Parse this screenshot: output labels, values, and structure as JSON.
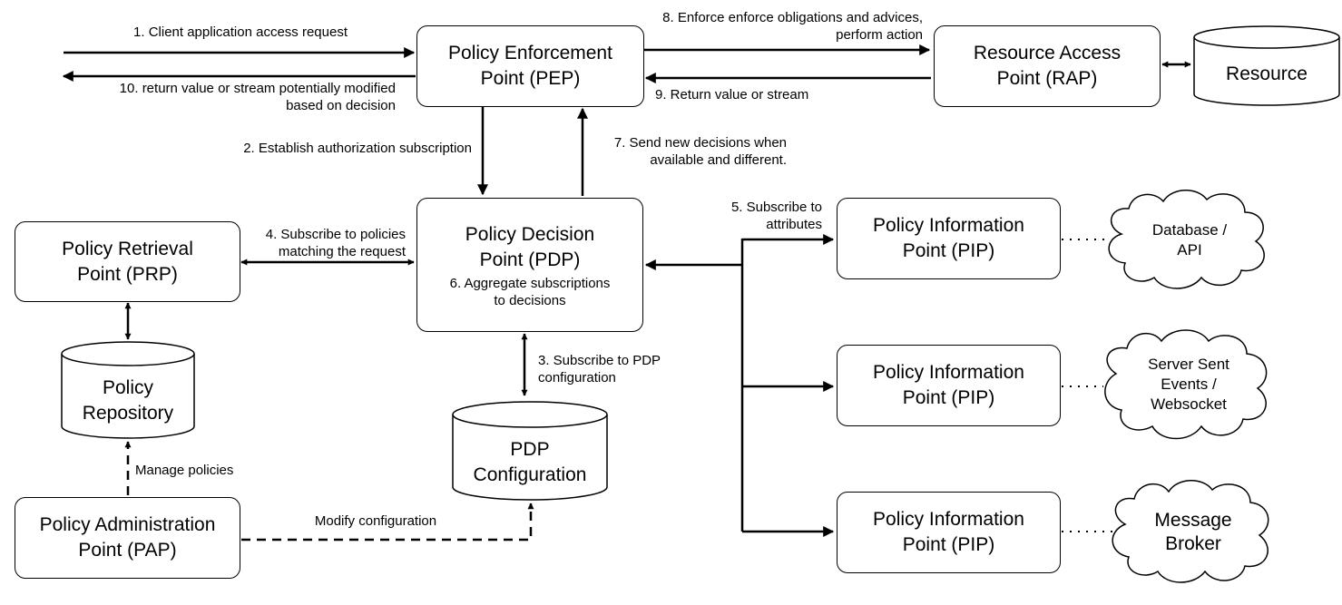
{
  "nodes": {
    "pep": {
      "line1": "Policy Enforcement",
      "line2": "Point (PEP)"
    },
    "rap": {
      "line1": "Resource Access",
      "line2": "Point (RAP)"
    },
    "resource": {
      "line1": "Resource"
    },
    "pdp": {
      "line1": "Policy Decision",
      "line2": "Point (PDP)",
      "note1": "6. Aggregate subscriptions",
      "note2": "to decisions"
    },
    "prp": {
      "line1": "Policy Retrieval",
      "line2": "Point (PRP)"
    },
    "policy_repository": {
      "line1": "Policy",
      "line2": "Repository"
    },
    "pap": {
      "line1": "Policy Administration",
      "line2": "Point (PAP)"
    },
    "pdp_configuration": {
      "line1": "PDP",
      "line2": "Configuration"
    },
    "pip1": {
      "line1": "Policy Information",
      "line2": "Point (PIP)"
    },
    "pip2": {
      "line1": "Policy Information",
      "line2": "Point (PIP)"
    },
    "pip3": {
      "line1": "Policy Information",
      "line2": "Point (PIP)"
    },
    "cloud1": {
      "line1": "Database /",
      "line2": "API"
    },
    "cloud2": {
      "line1": "Server Sent",
      "line2": "Events /",
      "line3": "Websocket"
    },
    "cloud3": {
      "line1": "Message",
      "line2": "Broker"
    }
  },
  "edges": {
    "e1": {
      "line1": "1. Client application access request"
    },
    "e10": {
      "line1": "10. return value or stream potentially modified",
      "line2": "based on decision"
    },
    "e8": {
      "line1": "8. Enforce enforce obligations and advices,",
      "line2": "perform action"
    },
    "e9": {
      "line1": "9. Return value or stream"
    },
    "e2": {
      "line1": "2. Establish authorization subscription"
    },
    "e7": {
      "line1": "7. Send new decisions when",
      "line2": "available and different."
    },
    "e4": {
      "line1": "4. Subscribe to policies",
      "line2": "matching the request"
    },
    "e5": {
      "line1": "5. Subscribe to",
      "line2": "attributes"
    },
    "e3": {
      "line1": "3. Subscribe to PDP",
      "line2": "configuration"
    },
    "manage": {
      "line1": "Manage policies"
    },
    "modify": {
      "line1": "Modify configuration"
    }
  }
}
